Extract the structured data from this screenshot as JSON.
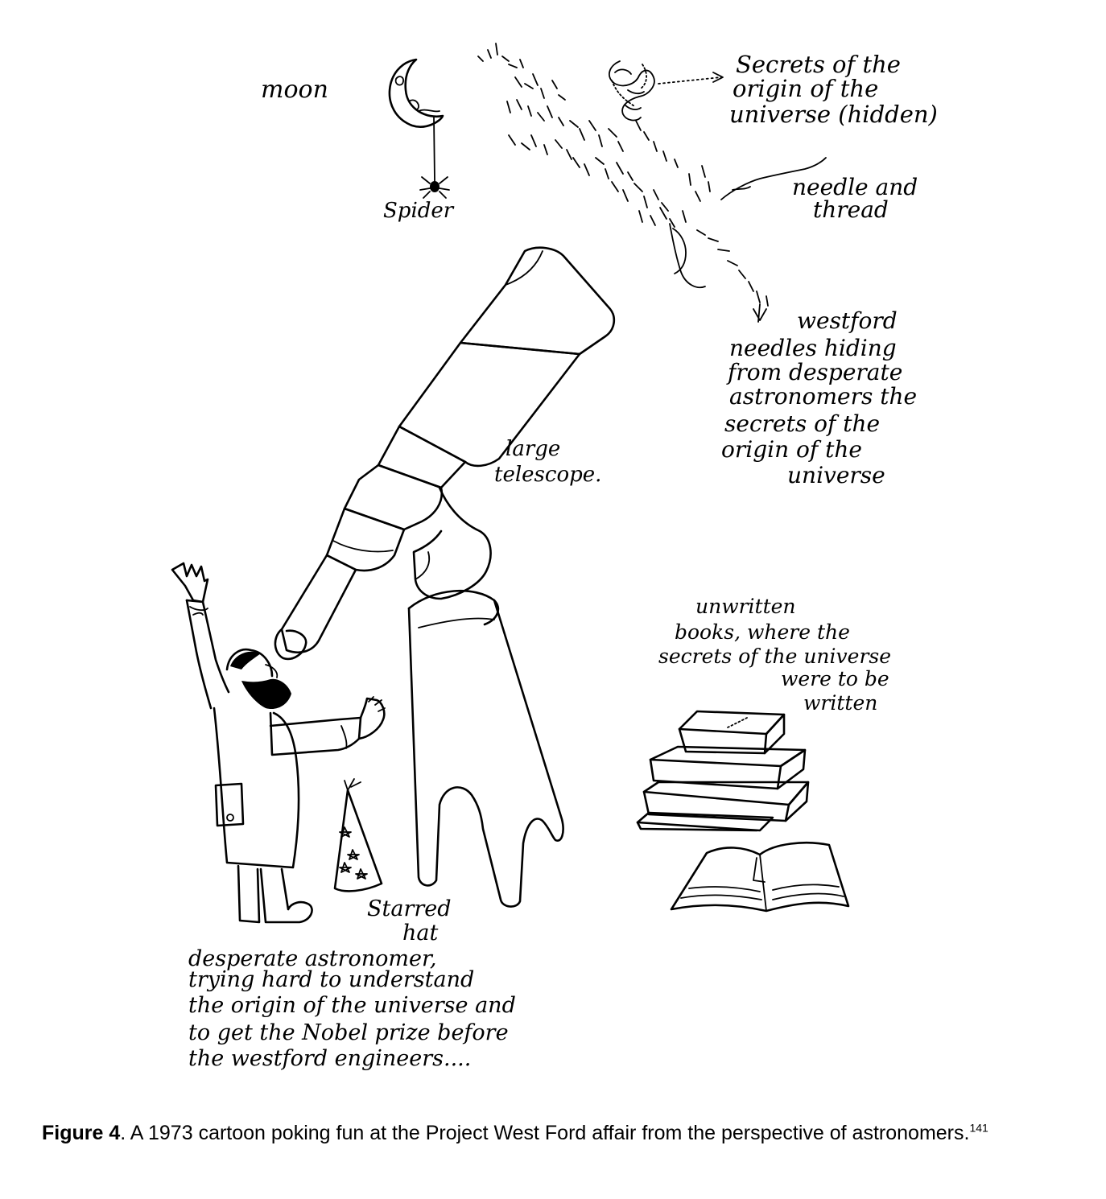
{
  "figure": {
    "labels": {
      "moon": "moon",
      "spider": "Spider",
      "secrets_hidden": [
        "Secrets of the",
        "origin of the",
        "universe (hidden)"
      ],
      "needle_thread": [
        "needle and",
        "thread"
      ],
      "westford_needles": [
        "westford",
        "needles hiding",
        "from desperate",
        "astronomers the",
        "secrets of the",
        "origin of the",
        "universe"
      ],
      "telescope": [
        "large",
        "telescope."
      ],
      "books": [
        "unwritten",
        "books, where the",
        "secrets of the universe",
        "were to be",
        "written"
      ],
      "hat": [
        "Starred",
        "hat"
      ],
      "astronomer": [
        "desperate astronomer,",
        "trying hard to understand",
        "the origin of the universe and",
        "to get the Nobel prize before",
        "the westford engineers...."
      ]
    }
  },
  "caption": {
    "figure_label": "Figure 4",
    "text": ". A 1973 cartoon poking fun at the Project West Ford affair from the perspective of astronomers.",
    "footnote": "141"
  }
}
